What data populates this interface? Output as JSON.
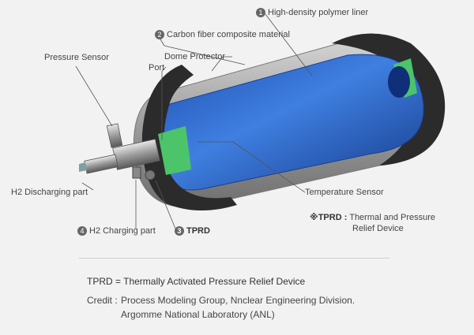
{
  "labels": {
    "liner": {
      "num": "1",
      "text": "High-density polymer liner"
    },
    "carbon": {
      "num": "2",
      "text": "Carbon fiber composite material"
    },
    "pressure_sensor": "Pressure Sensor",
    "dome_protector": "Dome Protector",
    "port": "Port",
    "temperature_sensor": "Temperature Sensor",
    "h2_discharging": "H2 Discharging part",
    "h2_charging": {
      "num": "4",
      "text": "H2 Charging part"
    },
    "tprd": {
      "num": "3",
      "text": "TPRD"
    },
    "tprd_note": {
      "mark": "※TPRD :",
      "line1": "Thermal and Pressure",
      "line2": "Relief Device"
    }
  },
  "footer": {
    "definition": "TPRD = Thermally Activated Pressure Relief Device",
    "credit_label": "Credit :",
    "credit_line1": "Process Modeling Group, Nnclear Engineering Division.",
    "credit_line2": "Argomme National Laboratory (ANL)"
  },
  "colors": {
    "background": "#f2f2f2",
    "liner_blue": "#2a63c9",
    "shell_gray": "#a8a8a8",
    "dome_dark": "#2b2b2b",
    "port_green": "#4cc46a"
  }
}
